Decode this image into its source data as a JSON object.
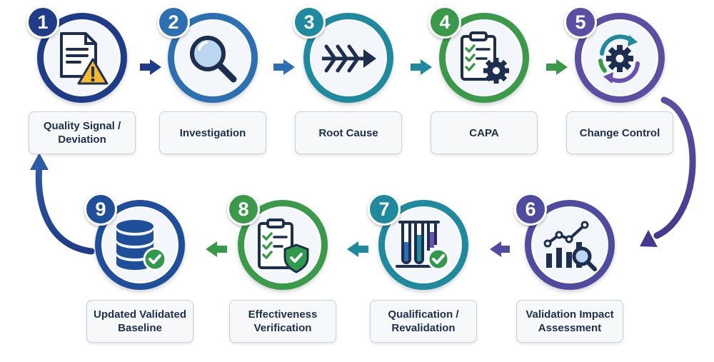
{
  "steps": [
    {
      "number": "1",
      "label": "Quality Signal /\nDeviation",
      "color": "#1f3c88",
      "icon": "document-warning-icon"
    },
    {
      "number": "2",
      "label": "Investigation",
      "color": "#2d6fb3",
      "icon": "magnifying-glass-icon"
    },
    {
      "number": "3",
      "label": "Root Cause",
      "color": "#1f8a9e",
      "icon": "fishbone-icon"
    },
    {
      "number": "4",
      "label": "CAPA",
      "color": "#3a9a4a",
      "icon": "clipboard-gear-icon"
    },
    {
      "number": "5",
      "label": "Change Control",
      "color": "#5c4fa3",
      "icon": "cycle-gear-icon"
    },
    {
      "number": "6",
      "label": "Validation Impact\nAssessment",
      "color": "#4f4b9e",
      "icon": "chart-magnifier-icon"
    },
    {
      "number": "7",
      "label": "Qualification /\nRevalidation",
      "color": "#1f8a9e",
      "icon": "test-tubes-check-icon"
    },
    {
      "number": "8",
      "label": "Effectiveness\nVerification",
      "color": "#3a9a4a",
      "icon": "clipboard-shield-icon"
    },
    {
      "number": "9",
      "label": "Updated Validated\nBaseline",
      "color": "#1f4f9a",
      "icon": "database-check-icon"
    }
  ]
}
